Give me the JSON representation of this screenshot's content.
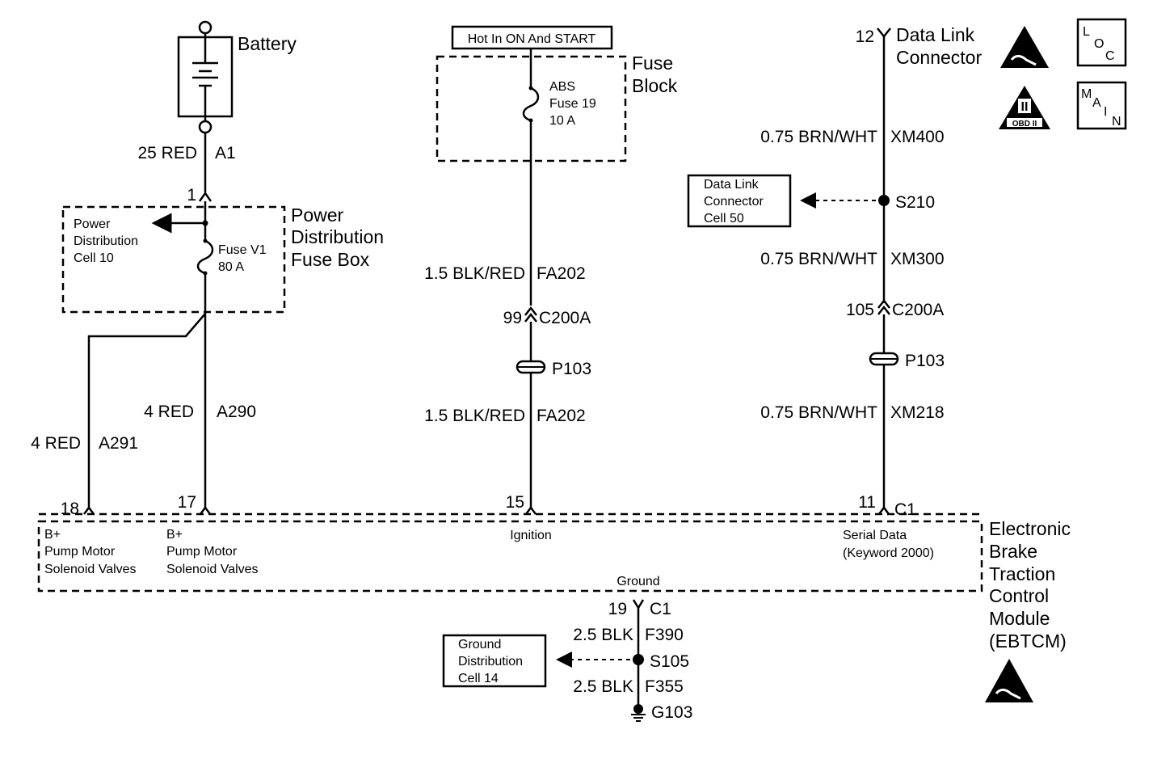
{
  "battery": {
    "label": "Battery",
    "wire_size_color": "25 RED",
    "circuit": "A1"
  },
  "pdfb": {
    "pin": "1",
    "title_lines": [
      "Power",
      "Distribution",
      "Fuse Box"
    ],
    "fuse_lines": [
      "Fuse V1",
      "80 A"
    ],
    "ref_lines": [
      "Power",
      "Distribution",
      "Cell 10"
    ]
  },
  "wires_left": {
    "a290_size": "4 RED",
    "a290_circuit": "A290",
    "a291_size": "4 RED",
    "a291_circuit": "A291"
  },
  "hot_label": "Hot In ON And START",
  "fuse_block": {
    "title_lines": [
      "Fuse",
      "Block"
    ],
    "fuse_lines": [
      "ABS",
      "Fuse 19",
      "10 A"
    ]
  },
  "ign_wire": {
    "upper_size": "1.5 BLK/RED",
    "upper_circuit": "FA202",
    "conn_pin": "99",
    "conn_name": "C200A",
    "pass": "P103",
    "lower_size": "1.5 BLK/RED",
    "lower_circuit": "FA202"
  },
  "dlc": {
    "pin": "12",
    "title_lines": [
      "Data Link",
      "Connector"
    ],
    "w1_size": "0.75 BRN/WHT",
    "w1_circuit": "XM400",
    "splice": "S210",
    "ref_lines": [
      "Data Link",
      "Connector",
      "Cell 50"
    ],
    "w2_size": "0.75 BRN/WHT",
    "w2_circuit": "XM300",
    "conn_pin": "105",
    "conn_name": "C200A",
    "pass": "P103",
    "w3_size": "0.75 BRN/WHT",
    "w3_circuit": "XM218"
  },
  "icons": {
    "loc": [
      "L",
      "O",
      "C"
    ],
    "main": [
      "M",
      "A",
      "I",
      "N"
    ],
    "obd": "OBD II",
    "obd_numeral": "II"
  },
  "module": {
    "pins": {
      "p18": "18",
      "p17": "17",
      "p15": "15",
      "p11": "11",
      "conn": "C1"
    },
    "name_lines": [
      "Electronic",
      "Brake",
      "Traction",
      "Control",
      "Module",
      "(EBTCM)"
    ],
    "term18_lines": [
      "B+",
      "Pump Motor",
      "Solenoid Valves"
    ],
    "term17_lines": [
      "B+",
      "Pump Motor",
      "Solenoid Valves"
    ],
    "term15": "Ignition",
    "term11_lines": [
      "Serial Data",
      "(Keyword 2000)"
    ],
    "ground_label": "Ground"
  },
  "ground": {
    "pin": "19",
    "conn": "C1",
    "w1_size": "2.5 BLK",
    "w1_circuit": "F390",
    "splice": "S105",
    "ref_lines": [
      "Ground",
      "Distribution",
      "Cell 14"
    ],
    "w2_size": "2.5 BLK",
    "w2_circuit": "F355",
    "gnd": "G103"
  }
}
